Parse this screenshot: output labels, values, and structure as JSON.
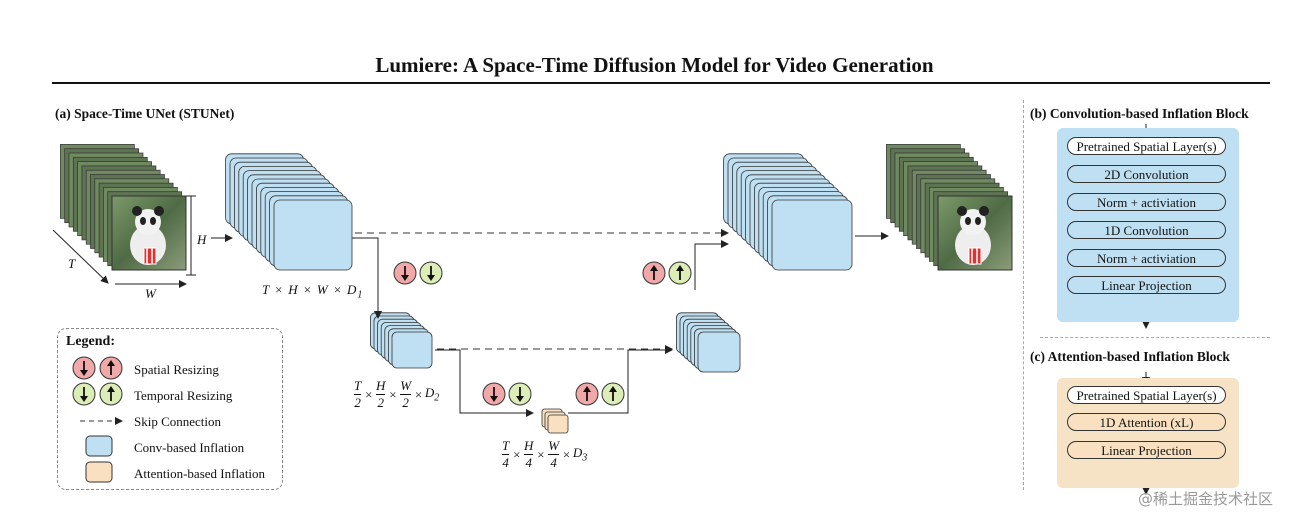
{
  "title": "Lumiere: A Space-Time Diffusion Model for Video Generation",
  "panel_a": {
    "label": "(a) Space-Time UNet (STUNet)",
    "axis_T": "T",
    "axis_H": "H",
    "axis_W": "W",
    "dim1": "T × H × W × D",
    "dim1_sub": "1",
    "dim2_sub": "2",
    "dim3_sub": "3",
    "frac2_num_T": "T",
    "frac2_den": "2",
    "frac2_num_H": "H",
    "frac2_num_W": "W",
    "frac4_num_T": "T",
    "frac4_den": "4",
    "frac4_num_H": "H",
    "frac4_num_W": "W",
    "times": "×",
    "D": "D"
  },
  "legend": {
    "title": "Legend:",
    "items": [
      {
        "label": "Spatial Resizing"
      },
      {
        "label": "Temporal Resizing"
      },
      {
        "label": "Skip Connection"
      },
      {
        "label": "Conv-based Inflation"
      },
      {
        "label": "Attention-based Inflation"
      }
    ]
  },
  "panel_b": {
    "label": "(b) Convolution-based Inflation Block",
    "blocks": [
      "Pretrained Spatial Layer(s)",
      "2D Convolution",
      "Norm + activiation",
      "1D Convolution",
      "Norm + activiation",
      "Linear Projection"
    ]
  },
  "panel_c": {
    "label": "(c) Attention-based Inflation Block",
    "blocks": [
      "Pretrained Spatial Layer(s)",
      "1D Attention (xL)",
      "Linear Projection"
    ]
  },
  "watermark": "@稀土掘金技术社区",
  "colors": {
    "conv": "#bfe0f3",
    "attention": "#f8e0c0",
    "spatial_resize": "#f0a8a8",
    "temporal_resize": "#dcedb8"
  }
}
